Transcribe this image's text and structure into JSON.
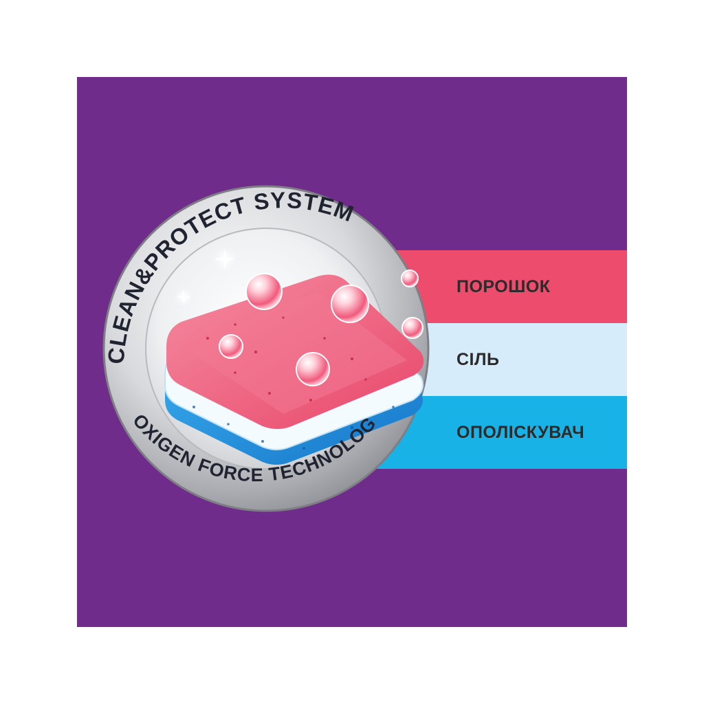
{
  "badge": {
    "top_text": "CLEAN&PROTECT SYSTEM",
    "bottom_text": "OXIGEN FORCE TECHNOLOGY"
  },
  "bands": [
    {
      "label": "ПОРОШОК",
      "color": "#ee4c6c"
    },
    {
      "label": "СІЛЬ",
      "color": "#d6ecfa"
    },
    {
      "label": "ОПОЛІСКУВАЧ",
      "color": "#19b2e6"
    }
  ],
  "colors": {
    "background": "#6f2c8a",
    "text_dark": "#2b2b2b"
  }
}
